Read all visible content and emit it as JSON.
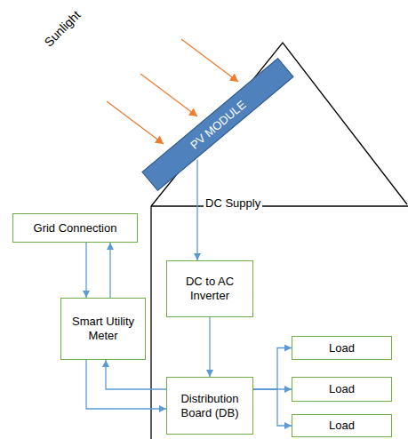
{
  "diagram": {
    "nodes": [
      {
        "text": [
          "PV MODULE"
        ]
      },
      {
        "text": [
          "Grid Connection"
        ]
      },
      {
        "text": [
          "DC to AC Inverter"
        ]
      },
      {
        "text": [
          "Smart Utility Meter"
        ]
      },
      {
        "text": [
          "Distribution Board (DB)"
        ]
      },
      {
        "text": [
          "Load"
        ]
      },
      {
        "text": [
          "Load"
        ]
      },
      {
        "text": [
          "Load"
        ]
      }
    ],
    "edges": [
      {
        "from": 0,
        "to": 2,
        "arrow": "to",
        "label": "DC Supply"
      },
      {
        "from": 1,
        "to": 3,
        "arrow": "to"
      },
      {
        "from": 3,
        "to": 1,
        "arrow": "to"
      },
      {
        "from": 2,
        "to": 4,
        "arrow": "to"
      },
      {
        "from": 4,
        "to": 3,
        "arrow": "to"
      },
      {
        "from": 3,
        "to": 4,
        "arrow": "to"
      },
      {
        "from": 4,
        "to": 5,
        "arrow": "to"
      },
      {
        "from": 4,
        "to": 6,
        "arrow": "to"
      },
      {
        "from": 4,
        "to": 7,
        "arrow": "to"
      }
    ],
    "labels": [
      "Sunlight"
    ]
  }
}
